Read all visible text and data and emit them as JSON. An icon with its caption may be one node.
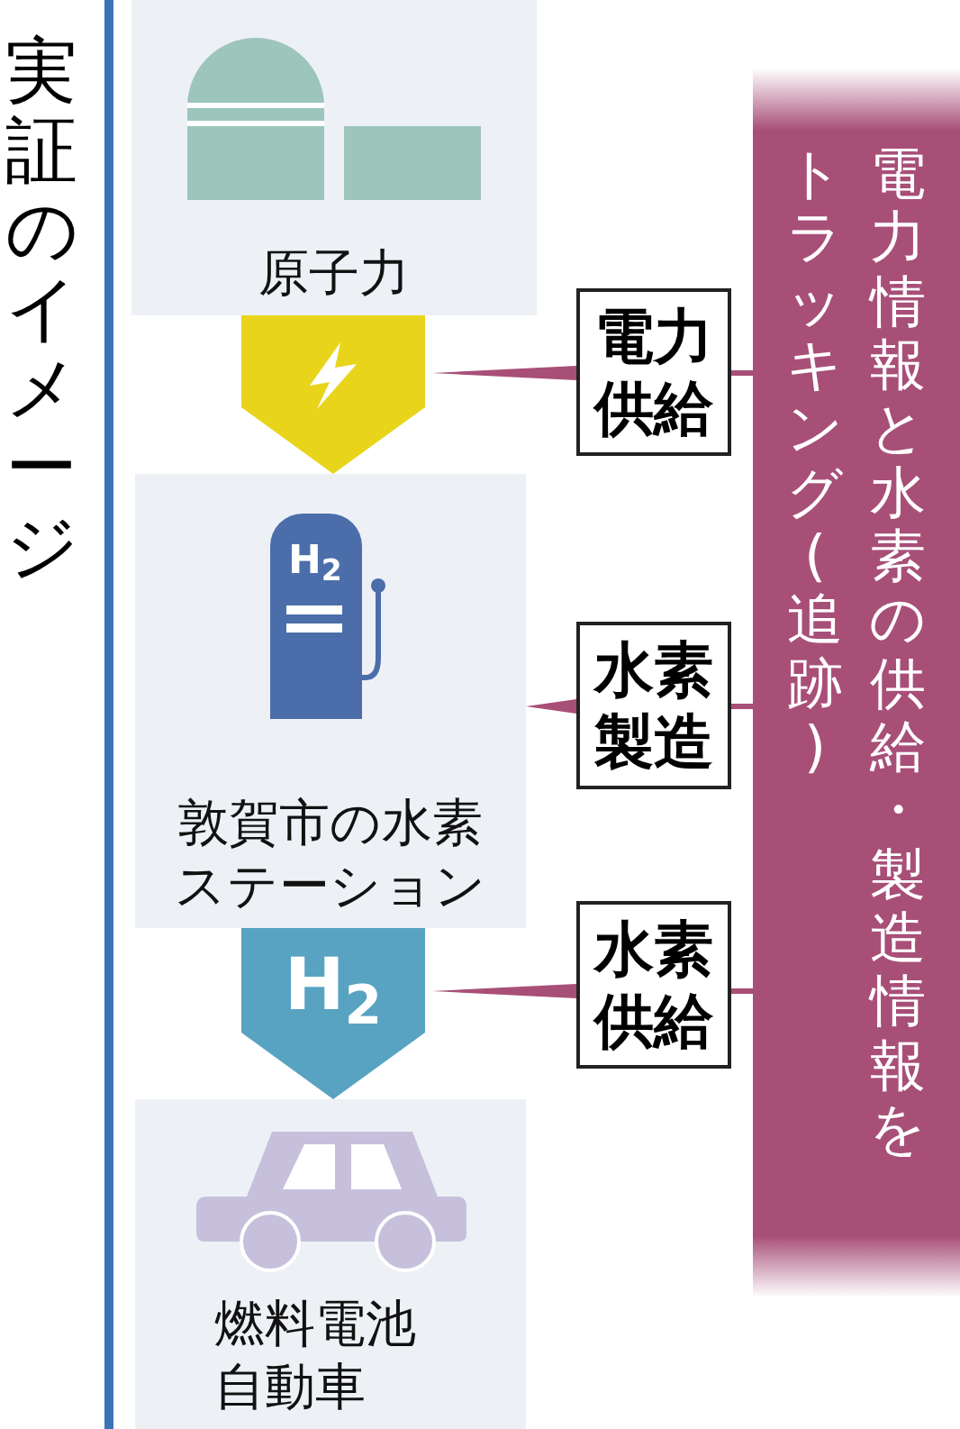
{
  "diagram": {
    "title": "実証のイメージ",
    "nodes": [
      {
        "text": [
          "原子力"
        ]
      },
      {
        "text": [
          "敦賀市の水素ステーション"
        ]
      },
      {
        "text": [
          "燃料電池自動車"
        ]
      },
      {
        "text": [
          "電力情報と水素の供給・製造情報をトラッキング(追跡)"
        ]
      },
      {
        "text": [
          "電力供給"
        ]
      },
      {
        "text": [
          "水素製造"
        ]
      },
      {
        "text": [
          "水素供給"
        ]
      }
    ],
    "edges": [
      {
        "from": 0,
        "to": 1,
        "arrow": "to",
        "style": "thick",
        "color": "#e8d51b"
      },
      {
        "from": 1,
        "to": 2,
        "arrow": "to",
        "style": "thick",
        "color": "#58a3c1",
        "label": "H$_{2}$"
      },
      {
        "from": 4,
        "to": null,
        "arrow": "to"
      },
      {
        "from": 5,
        "to": 1,
        "arrow": "to"
      },
      {
        "from": 6,
        "to": null,
        "arrow": "to"
      },
      {
        "from": 3,
        "to": 4,
        "arrow": "none"
      },
      {
        "from": 3,
        "to": 5,
        "arrow": "none"
      },
      {
        "from": 3,
        "to": 6,
        "arrow": "none"
      }
    ],
    "labels": [
      "H$_{2}$"
    ]
  }
}
